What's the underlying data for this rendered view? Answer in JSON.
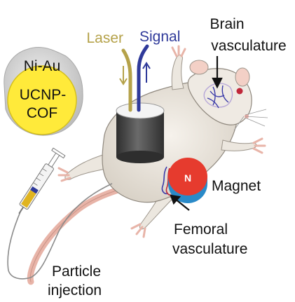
{
  "particle": {
    "shell_label": "Ni-Au",
    "core_label_line1": "UCNP-",
    "core_label_line2": "COF",
    "shell_color": "#d7d7d7",
    "core_color": "#ffea3a"
  },
  "probe": {
    "laser_label": "Laser",
    "signal_label": "Signal",
    "laser_color": "#b5a24a",
    "signal_color": "#2f3a9a"
  },
  "annotations": {
    "brain_line1": "Brain",
    "brain_line2": "vasculature",
    "magnet_label": "Magnet",
    "magnet_pole": "N",
    "femoral_line1": "Femoral",
    "femoral_line2": "vasculature",
    "injection_line1": "Particle",
    "injection_line2": "injection"
  },
  "colors": {
    "mouse_body": "#ece7df",
    "mouse_skin": "#e8b4a8",
    "magnet_red": "#e63b2e",
    "magnet_blue": "#2a8ac8",
    "vessel": "#3a3aa8"
  }
}
